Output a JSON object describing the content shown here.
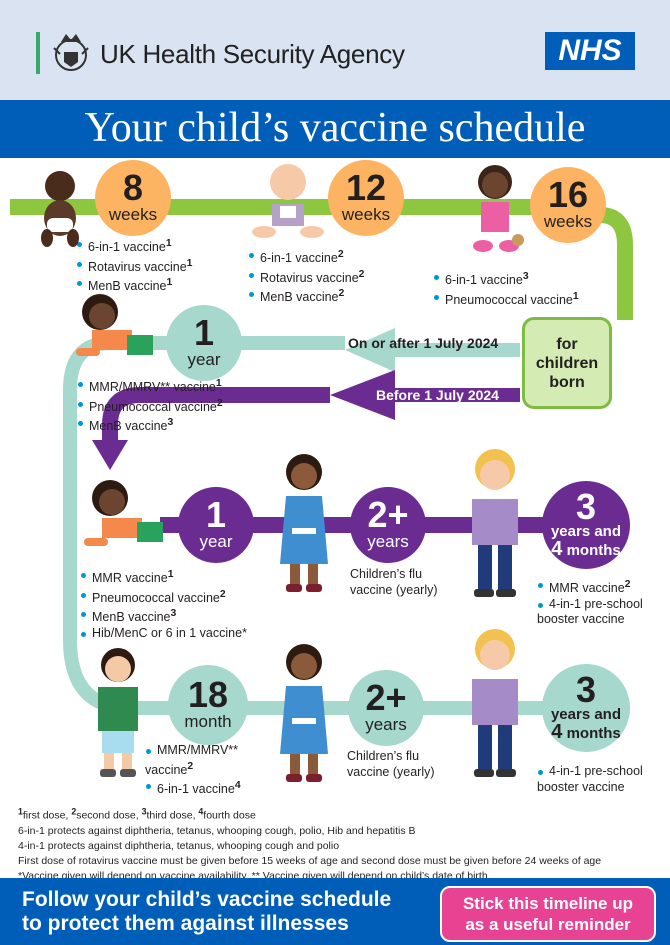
{
  "header": {
    "agency": "UK Health Security Agency",
    "nhs_logo": "NHS",
    "title": "Your child’s vaccine schedule"
  },
  "timeline": {
    "w8": {
      "num": "8",
      "unit": "weeks",
      "items": [
        [
          "6-in-1 vaccine",
          "1"
        ],
        [
          "Rotavirus vaccine",
          "1"
        ],
        [
          "MenB vaccine",
          "1"
        ]
      ]
    },
    "w12": {
      "num": "12",
      "unit": "weeks",
      "items": [
        [
          "6-in-1 vaccine",
          "2"
        ],
        [
          "Rotavirus vaccine",
          "2"
        ],
        [
          "MenB vaccine",
          "2"
        ]
      ]
    },
    "w16": {
      "num": "16",
      "unit": "weeks",
      "items": [
        [
          "6-in-1 vaccine",
          "3"
        ],
        [
          "Pneumococcal vaccine",
          "1"
        ]
      ]
    },
    "born_box": [
      "for",
      "children",
      "born"
    ],
    "after_label": "On or after 1 July 2024",
    "before_label": "Before 1 July 2024",
    "after_1y": {
      "num": "1",
      "unit": "year",
      "items": [
        [
          "MMR/MMRV** vaccine",
          "1"
        ],
        [
          "Pneumococcal vaccine",
          "2"
        ],
        [
          "MenB vaccine",
          "3"
        ]
      ]
    },
    "before_1y": {
      "num": "1",
      "unit": "year",
      "items": [
        [
          "MMR vaccine",
          "1"
        ],
        [
          "Pneumococcal vaccine",
          "2"
        ],
        [
          "MenB vaccine",
          "3"
        ],
        [
          "Hib/MenC or 6 in 1 vaccine*",
          ""
        ]
      ]
    },
    "before_2y": {
      "num": "2+",
      "unit": "years",
      "lines": [
        "Children’s flu",
        "vaccine (yearly)"
      ]
    },
    "before_3y": {
      "num": "3",
      "unit_a": "years and",
      "num_b": "4",
      "unit_b": "months",
      "items": [
        [
          "MMR vaccine",
          "2"
        ],
        [
          "4-in-1 pre-school",
          ""
        ],
        [
          "booster vaccine",
          ""
        ]
      ]
    },
    "after_18m": {
      "num": "18",
      "unit": "month",
      "items": [
        [
          "MMR/MMRV**",
          ""
        ],
        [
          "vaccine",
          "2"
        ],
        [
          "6-in-1 vaccine",
          "4"
        ]
      ]
    },
    "after_2y": {
      "num": "2+",
      "unit": "years",
      "lines": [
        "Children’s flu",
        "vaccine (yearly)"
      ]
    },
    "after_3y": {
      "num": "3",
      "unit_a": "years and",
      "num_b": "4",
      "unit_b": "months",
      "items": [
        [
          "4-in-1 pre-school",
          ""
        ],
        [
          "booster vaccine",
          ""
        ]
      ]
    }
  },
  "footnotes": {
    "doses": [
      [
        "1",
        "first dose, "
      ],
      [
        "2",
        "second dose, "
      ],
      [
        "3",
        "third dose, "
      ],
      [
        "4",
        "fourth dose"
      ]
    ],
    "lines": [
      "6-in-1 protects against diphtheria, tetanus, whooping cough, polio, Hib and hepatitis B",
      "4-in-1 protects against diphtheria, tetanus, whooping cough and polio",
      "First dose of rotavirus vaccine must be given before 15 weeks of age and second dose must be given before 24 weeks of age",
      "*Vaccine given will depend on vaccine availability. ** Vaccine given will depend on child’s date of birth."
    ]
  },
  "footer": {
    "line1": "Follow your child’s vaccine schedule",
    "line2": "to protect them against illnesses",
    "reminder1": "Stick this timeline up",
    "reminder2": "as a useful reminder"
  },
  "colors": {
    "nhs_blue": "#005eb8",
    "green_line": "#8dc63f",
    "teal_line": "#a6d8cd",
    "purple_line": "#6b2c91",
    "orange_circle": "#fdb462",
    "bullet_blue": "#0096d6",
    "reminder_pink": "#e84393"
  }
}
